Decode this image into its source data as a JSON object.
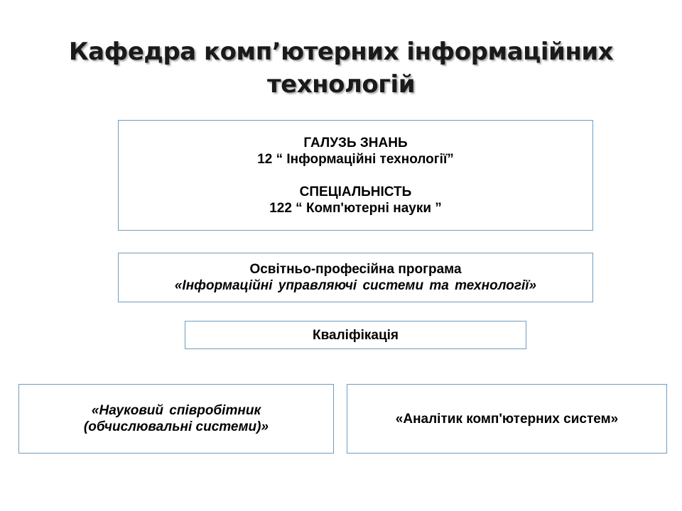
{
  "slide": {
    "title_line1": "Кафедра комп’ютерних інформаційних",
    "title_line2": "технологій"
  },
  "field_box": {
    "field_label": "ГАЛУЗЬ ЗНАНЬ",
    "field_value": "12 “ Інформаційні технології”",
    "specialty_label": "СПЕЦІАЛЬНІСТЬ",
    "specialty_value": "122 “ Комп'ютерні науки ”"
  },
  "program_box": {
    "label": "Освітньо-професійна програма",
    "name": "«Інформаційні управляючі системи та технології»"
  },
  "qualification_box": {
    "label": "Кваліфікація"
  },
  "qualifications": [
    {
      "line1": "«Науковий співробітник",
      "line2": "(обчислювальні системи)»"
    },
    {
      "line1": "«Аналітик комп'ютерних систем»"
    }
  ],
  "colors": {
    "box_border": "#6f9cbf",
    "title_text": "#1a1a1a"
  }
}
